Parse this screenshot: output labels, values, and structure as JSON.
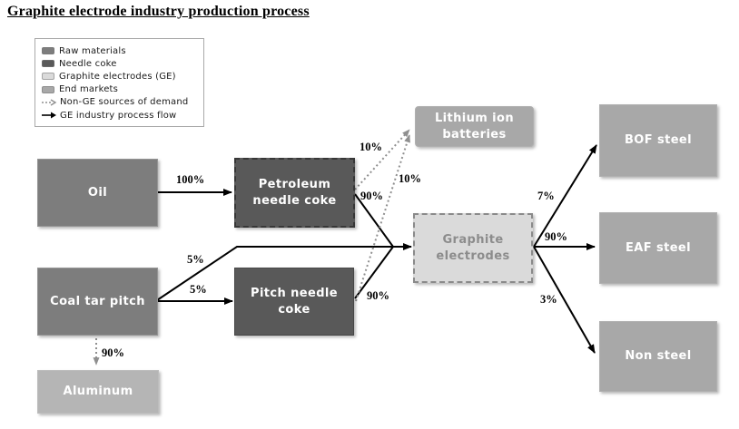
{
  "title": "Graphite electrode industry production process",
  "colors": {
    "raw_materials": "#7d7d7d",
    "needle_coke": "#595959",
    "graphite_electrodes": "#dadada",
    "end_markets": "#a8a8a8",
    "aluminum": "#b5b5b5",
    "ge_text": "#8c8c8c",
    "arrow_solid": "#000000",
    "arrow_dotted": "#8f8f8f"
  },
  "legend": {
    "items": [
      {
        "label": "Raw materials",
        "swatch": "#7d7d7d"
      },
      {
        "label": "Needle coke",
        "swatch": "#595959"
      },
      {
        "label": "Graphite electrodes (GE)",
        "swatch": "#dadada"
      },
      {
        "label": "End markets",
        "swatch": "#a8a8a8"
      },
      {
        "label": "Non-GE sources of demand"
      },
      {
        "label": "GE industry process flow"
      }
    ]
  },
  "nodes": {
    "oil": {
      "label": "Oil"
    },
    "coal_tar_pitch": {
      "label": "Coal tar pitch"
    },
    "petroleum_needle_coke": {
      "label": "Petroleum needle coke"
    },
    "pitch_needle_coke": {
      "label": "Pitch needle coke"
    },
    "lithium_ion_batteries": {
      "label": "Lithium ion batteries"
    },
    "graphite_electrodes": {
      "label": "Graphite electrodes"
    },
    "bof_steel": {
      "label": "BOF steel"
    },
    "eaf_steel": {
      "label": "EAF steel"
    },
    "non_steel": {
      "label": "Non steel"
    },
    "aluminum": {
      "label": "Aluminum"
    }
  },
  "flows": {
    "oil_to_petroleum": "100%",
    "coal_to_ge": "5%",
    "coal_to_pitch": "5%",
    "petroleum_to_lithium": "10%",
    "pitch_to_lithium": "10%",
    "petroleum_to_ge": "90%",
    "pitch_to_ge": "90%",
    "coal_to_aluminum": "90%",
    "ge_to_bof": "7%",
    "ge_to_eaf": "90%",
    "ge_to_non_steel": "3%"
  }
}
